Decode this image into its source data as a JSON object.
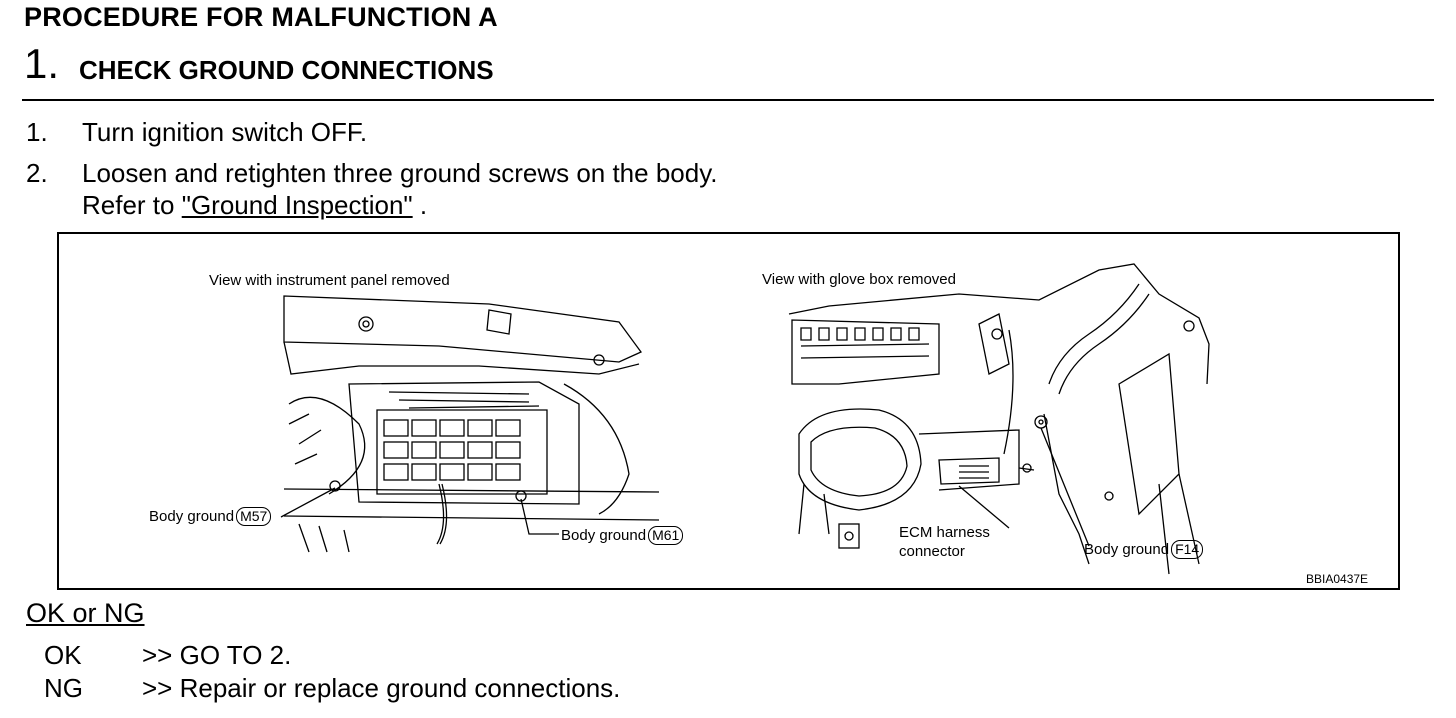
{
  "procedure_title": "PROCEDURE FOR MALFUNCTION A",
  "step": {
    "number": "1.",
    "title": "CHECK GROUND CONNECTIONS"
  },
  "instructions": [
    {
      "num": "1.",
      "text": "Turn ignition switch OFF."
    },
    {
      "num": "2.",
      "text": "Loosen and retighten three ground screws on the body."
    }
  ],
  "refer": {
    "prefix": "Refer to ",
    "link": "\"Ground Inspection\"",
    "suffix": " ."
  },
  "figure": {
    "left_caption": "View with instrument panel removed",
    "right_caption": "View with glove box removed",
    "ground_label": "Body ground",
    "m57": "M57",
    "m61": "M61",
    "f14": "F14",
    "ecm_line1": "ECM harness",
    "ecm_line2": "connector",
    "code": "BBIA0437E"
  },
  "result": {
    "heading": "OK or NG",
    "ok_key": "OK",
    "ok_value": ">> GO TO 2.",
    "ng_key": "NG",
    "ng_value": ">> Repair or replace ground connections."
  }
}
